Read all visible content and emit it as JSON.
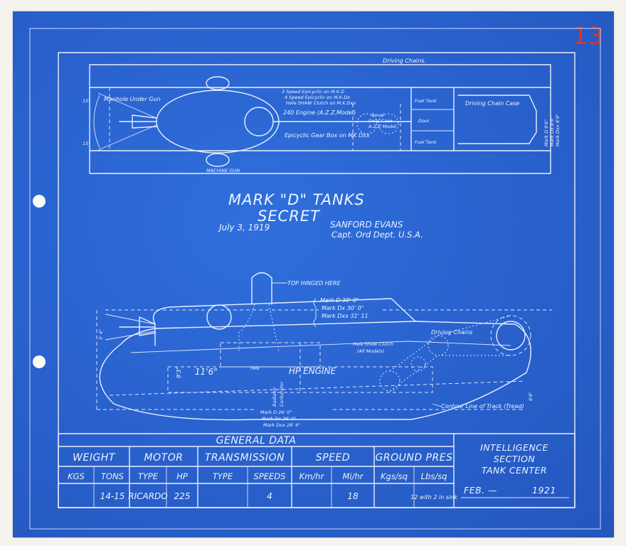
{
  "sheet_number": "13",
  "colors": {
    "paper": "#2a63cf",
    "ink": "#e9f0ff",
    "sheet_number": "#d9362a",
    "margin": "#f4f3ee"
  },
  "top_view": {
    "driving_chains": "Driving Chains.",
    "manhole_under_gun": "Manhole Under Gun",
    "speed_epicyclic_mkd": "3 Speed Epicyclic on M.K.D",
    "speed_epicyclic_mkdx": "4 Speed Epicyclic on M.K.Dx",
    "hele_shaw_clutch": "Hele SHAW Clutch on M.K.Dxx",
    "engine": "240 Engine (A.Z.Z.Model)",
    "bevel_gear_1": "Bevel",
    "bevel_gear_2": "Gear Case",
    "bevel_gear_3": "A.Z.Z Model",
    "epicyclic_gear_box": "Epicyclic Gear Box on MK Dxx",
    "fuel_tank_top": "Fuel Tank",
    "door": "Door",
    "fuel_tank_bottom": "Fuel Tank",
    "driving_chain_case": "Driving Chain Case",
    "machine_gun": "MACHINE GUN",
    "angle_top": "15°",
    "angle_bottom": "15°",
    "right_note_1": "Mark D 9'6\"",
    "right_note_2": "Mark Dx 8'6\"",
    "right_note_3": "Mark Dxx 8'9\""
  },
  "title_block": {
    "title": "MARK \"D\" TANKS",
    "subtitle": "SECRET",
    "date": "July 3, 1919",
    "author": "SANFORD EVANS",
    "author_title": "Capt. Ord Dept. U.S.A."
  },
  "side_view": {
    "top_hinged": "TOP HINGED HERE",
    "length_mkd": "Mark D 30' 0\"",
    "length_mkdx": "Mark Dx 30' 0\"",
    "length_mkdxx": "Mark Dxx 31' 11",
    "driving_chains": "Driving Chains",
    "hele_shaw_clutch_1": "Hele Shaw Clutch",
    "hele_shaw_clutch_2": "(All Models)",
    "fan": "FAN",
    "hp_engine": "HP ENGINE",
    "dim_93": "9'3\"",
    "dim_116": "11'6\"",
    "radiator": "Radiator",
    "carburetor": "Carburetor",
    "contour_line": "Contour Line of Track (Tread)",
    "width_mkd": "Mark D 26' 0\"",
    "width_mkdx": "Mark Dx 26' 0\"",
    "width_mkdxx": "Mark Dxx 28' 4\"",
    "dim_left": "5' 4\"",
    "dim_right": "6'8\""
  },
  "general_data": {
    "heading": "GENERAL DATA",
    "groups": [
      "WEIGHT",
      "MOTOR",
      "TRANSMISSION",
      "SPEED",
      "GROUND PRES"
    ],
    "subheaders": [
      "KGS",
      "TONS",
      "TYPE",
      "HP",
      "TYPE",
      "SPEEDS",
      "Km/hr",
      "Mi/hr",
      "Kgs/sq",
      "Lbs/sq"
    ],
    "values": [
      "",
      "14-15",
      "RICARDO",
      "225",
      "",
      "4",
      "",
      "18",
      "",
      "12 with 2 in sink"
    ]
  },
  "side_block": {
    "line1": "INTELLIGENCE",
    "line2": "SECTION",
    "line3": "TANK CENTER",
    "date_month": "FEB. —",
    "date_year": "1921"
  }
}
